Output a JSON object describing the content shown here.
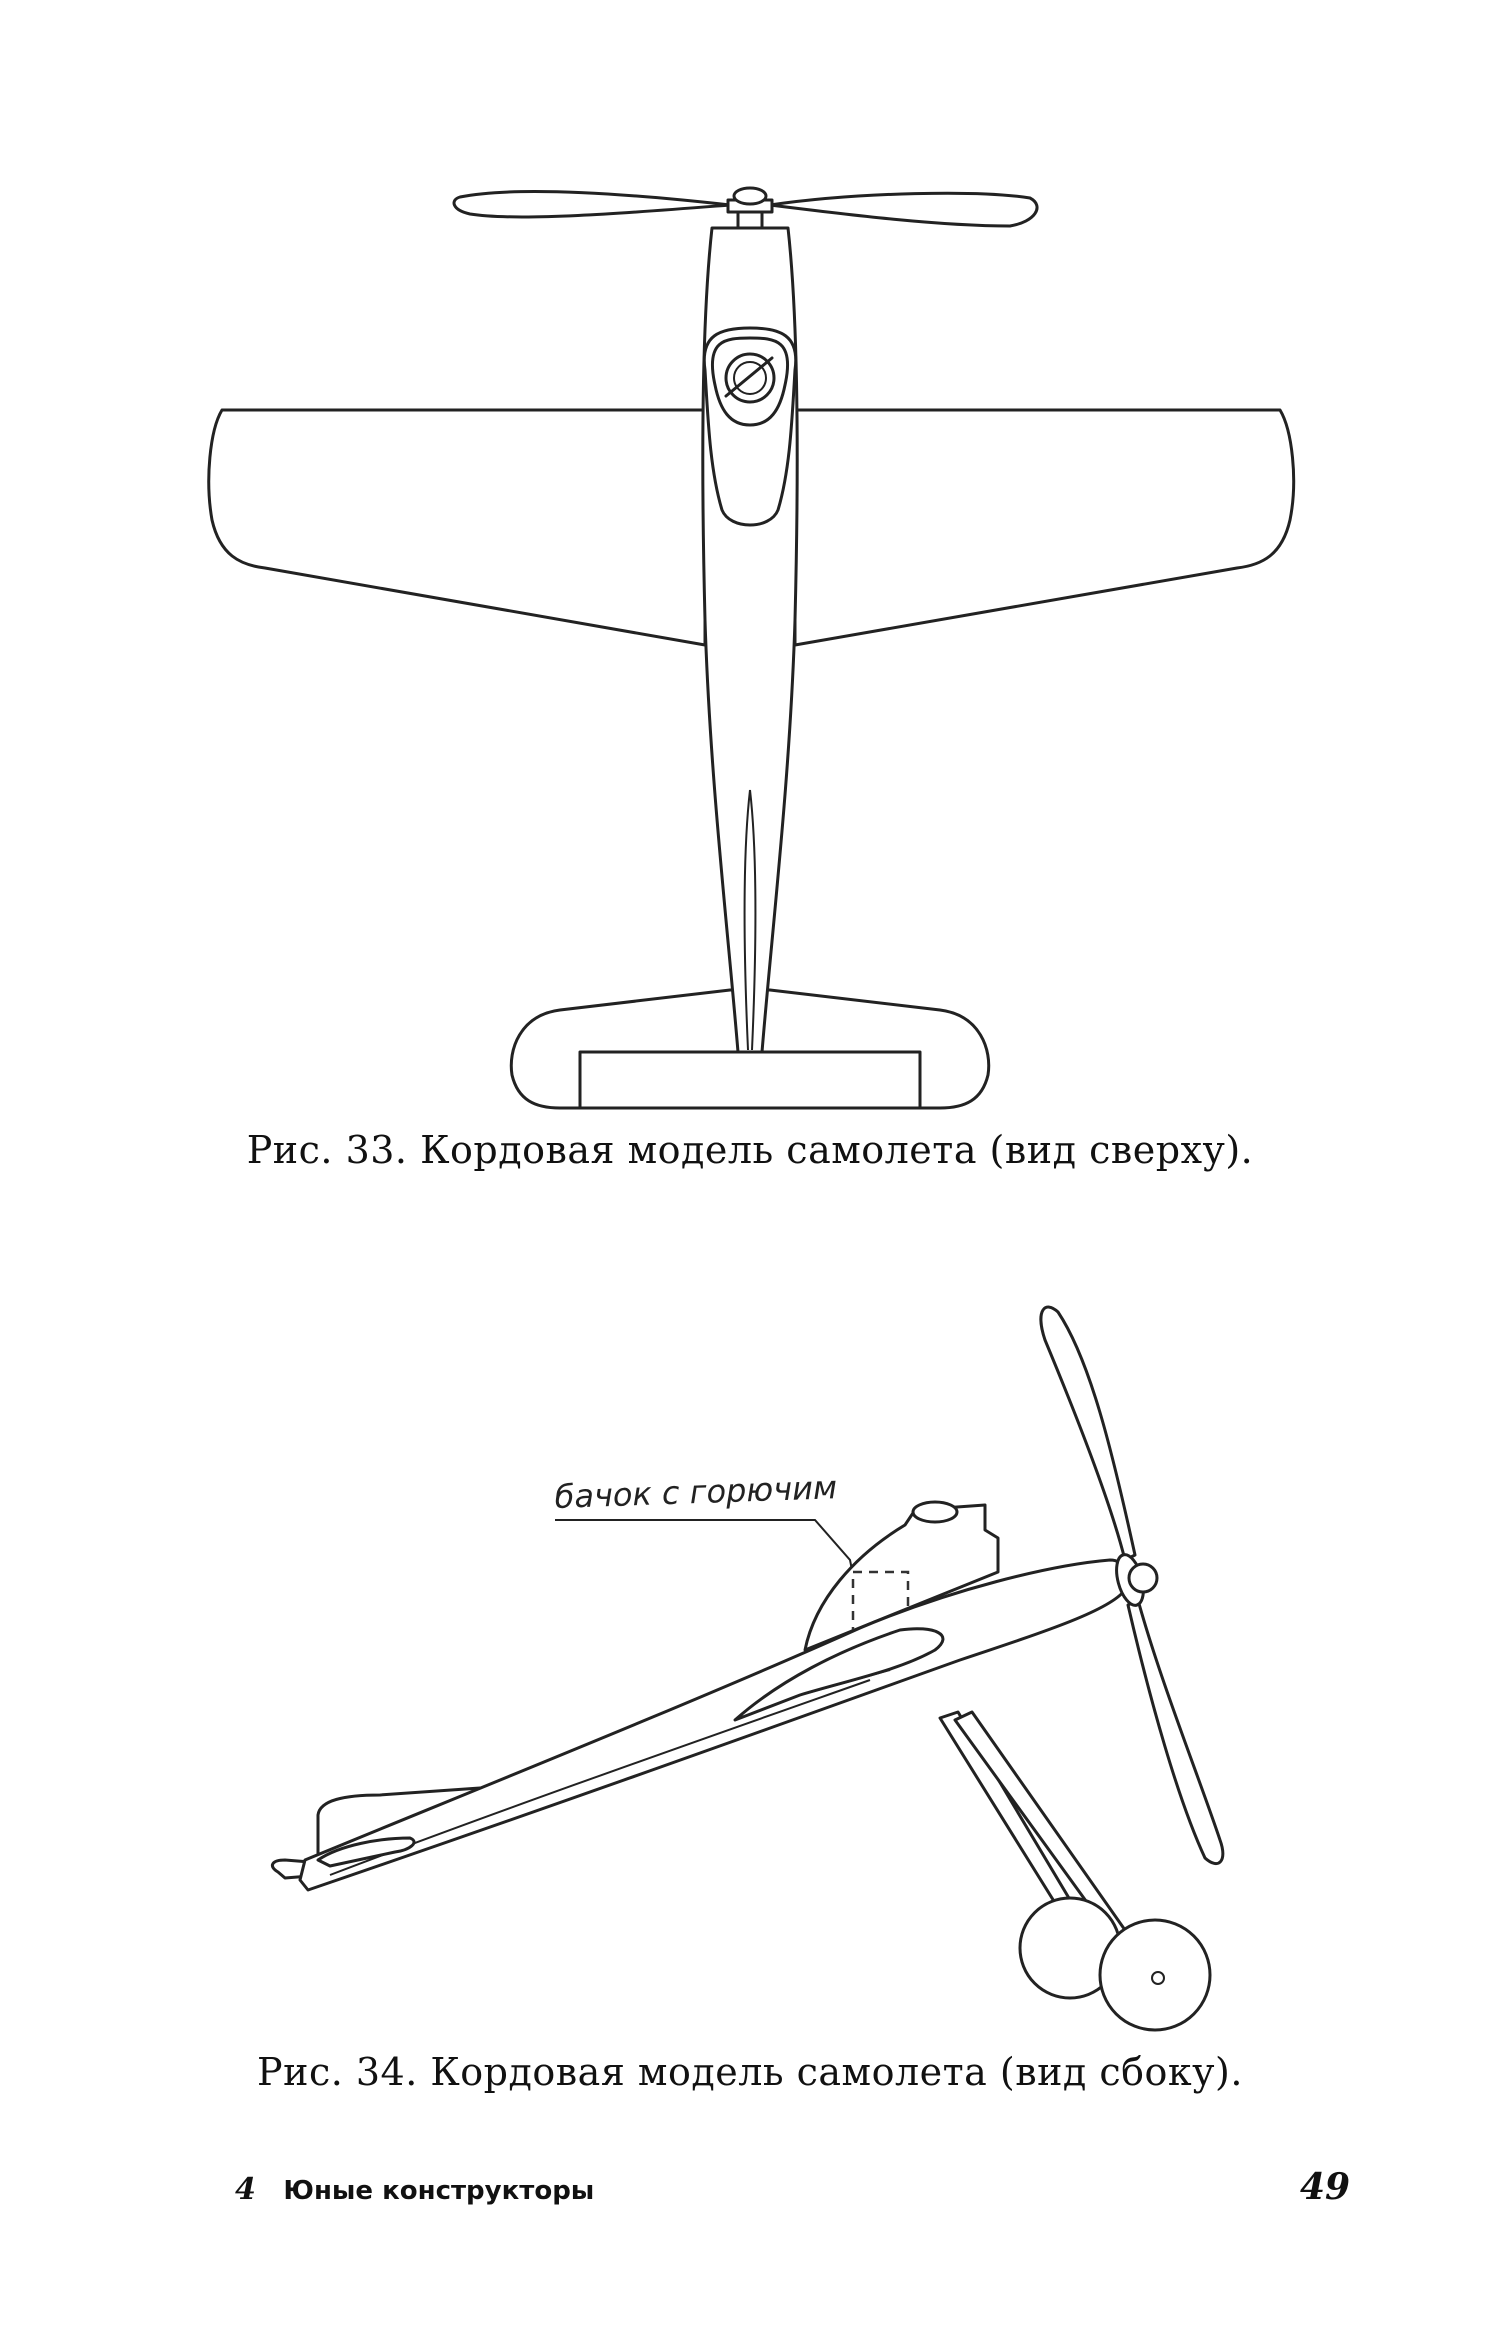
{
  "figures": [
    {
      "id": "fig33",
      "caption": "Рис. 33. Кордовая модель самолета (вид сверху)."
    },
    {
      "id": "fig34",
      "caption": "Рис. 34. Кордовая модель самолета (вид сбоку).",
      "annotations": {
        "fuel_tank_label": "бачок с горючим"
      }
    }
  ],
  "footer": {
    "signature_mark": "4",
    "book_title": "Юные конструкторы",
    "page_number": "49"
  }
}
